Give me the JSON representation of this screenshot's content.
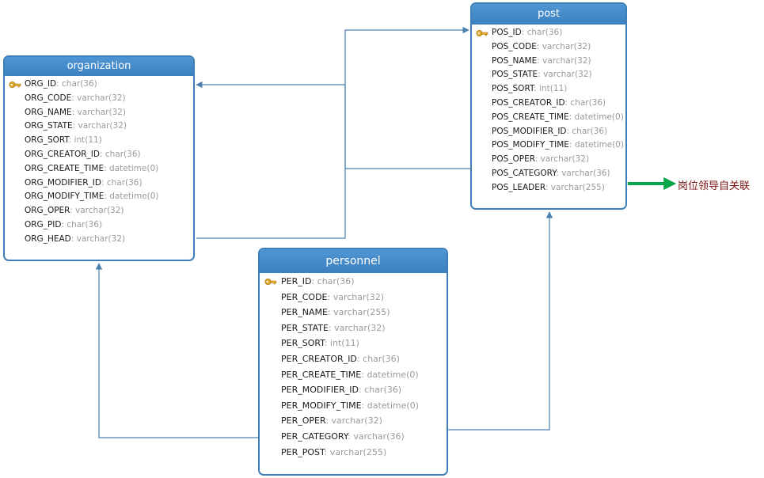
{
  "entities": {
    "organization": {
      "title": "organization",
      "fields": [
        {
          "name": "ORG_ID",
          "type": ": char(36)",
          "key": true
        },
        {
          "name": "ORG_CODE",
          "type": ": varchar(32)"
        },
        {
          "name": "ORG_NAME",
          "type": ": varchar(32)"
        },
        {
          "name": "ORG_STATE",
          "type": ": varchar(32)"
        },
        {
          "name": "ORG_SORT",
          "type": ": int(11)"
        },
        {
          "name": "ORG_CREATOR_ID",
          "type": ": char(36)"
        },
        {
          "name": "ORG_CREATE_TIME",
          "type": ": datetime(0)"
        },
        {
          "name": "ORG_MODIFIER_ID",
          "type": ": char(36)"
        },
        {
          "name": "ORG_MODIFY_TIME",
          "type": ": datetime(0)"
        },
        {
          "name": "ORG_OPER",
          "type": ": varchar(32)"
        },
        {
          "name": "ORG_PID",
          "type": ": char(36)"
        },
        {
          "name": "ORG_HEAD",
          "type": ": varchar(32)"
        }
      ]
    },
    "post": {
      "title": "post",
      "fields": [
        {
          "name": "POS_ID",
          "type": ": char(36)",
          "key": true
        },
        {
          "name": "POS_CODE",
          "type": ": varchar(32)"
        },
        {
          "name": "POS_NAME",
          "type": ": varchar(32)"
        },
        {
          "name": "POS_STATE",
          "type": ": varchar(32)"
        },
        {
          "name": "POS_SORT",
          "type": ": int(11)"
        },
        {
          "name": "POS_CREATOR_ID",
          "type": ": char(36)"
        },
        {
          "name": "POS_CREATE_TIME",
          "type": ": datetime(0)"
        },
        {
          "name": "POS_MODIFIER_ID",
          "type": ": char(36)"
        },
        {
          "name": "POS_MODIFY_TIME",
          "type": ": datetime(0)"
        },
        {
          "name": "POS_OPER",
          "type": ": varchar(32)"
        },
        {
          "name": "POS_CATEGORY",
          "type": ": varchar(36)"
        },
        {
          "name": "POS_LEADER",
          "type": ": varchar(255)"
        }
      ]
    },
    "personnel": {
      "title": "personnel",
      "fields": [
        {
          "name": "PER_ID",
          "type": ": char(36)",
          "key": true
        },
        {
          "name": "PER_CODE",
          "type": ": varchar(32)"
        },
        {
          "name": "PER_NAME",
          "type": ": varchar(255)"
        },
        {
          "name": "PER_STATE",
          "type": ": varchar(32)"
        },
        {
          "name": "PER_SORT",
          "type": ": int(11)"
        },
        {
          "name": "PER_CREATOR_ID",
          "type": ": char(36)"
        },
        {
          "name": "PER_CREATE_TIME",
          "type": ": datetime(0)"
        },
        {
          "name": "PER_MODIFIER_ID",
          "type": ": char(36)"
        },
        {
          "name": "PER_MODIFY_TIME",
          "type": ": datetime(0)"
        },
        {
          "name": "PER_OPER",
          "type": ": varchar(32)"
        },
        {
          "name": "PER_CATEGORY",
          "type": ": varchar(36)"
        },
        {
          "name": "PER_POST",
          "type": ": varchar(255)"
        }
      ]
    }
  },
  "annotation": {
    "text": "岗位领导自关联",
    "color": "#00a651",
    "text_color": "#7a1010"
  },
  "colors": {
    "entity_border": "#3f7fb8",
    "header": "#4388c8",
    "link": "#4a7fb0",
    "type_text": "#9a9a9a"
  },
  "icons": {
    "primary_key": "key-icon"
  }
}
